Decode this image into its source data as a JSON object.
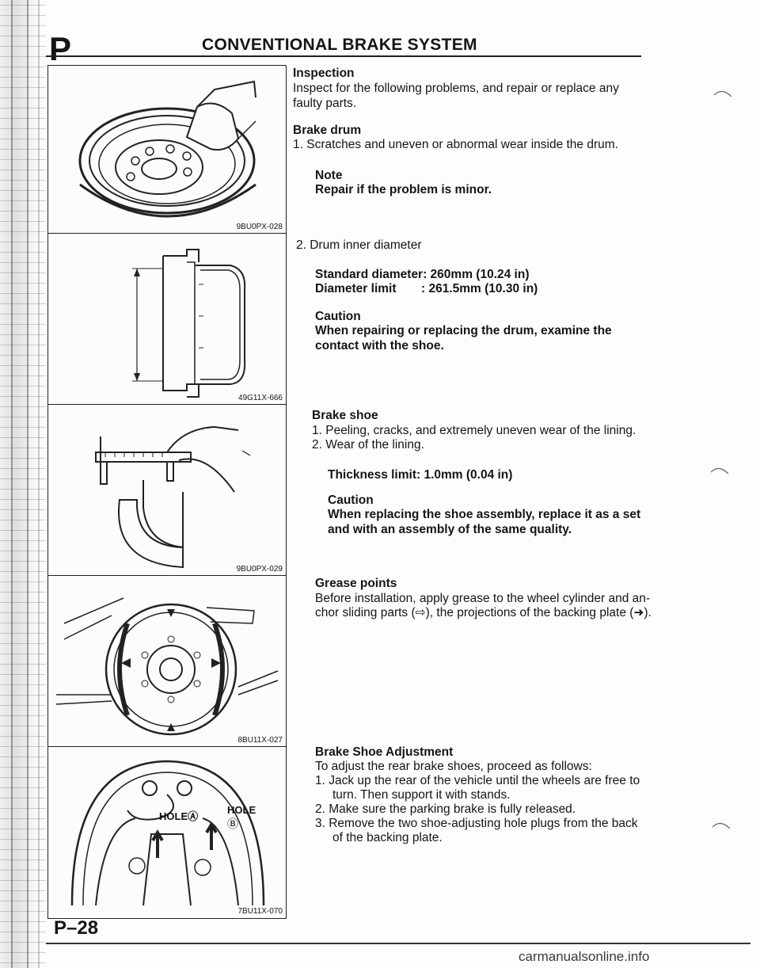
{
  "header": {
    "section_letter": "P",
    "title": "CONVENTIONAL BRAKE SYSTEM"
  },
  "figures": [
    {
      "code": "9BU0PX-028",
      "icon": "brake-drum-inspection-illustration"
    },
    {
      "code": "49G11X-666",
      "icon": "brake-drum-cross-section-illustration"
    },
    {
      "code": "9BU0PX-029",
      "icon": "caliper-measuring-shoe-illustration"
    },
    {
      "code": "8BU11X-027",
      "icon": "backing-plate-grease-points-illustration"
    },
    {
      "code": "7BU11X-070",
      "icon": "backing-plate-hole-plugs-illustration",
      "label_a": "HOLEⒶ",
      "label_b_top": "HOLE",
      "label_b_bottom": "Ⓑ"
    }
  ],
  "inspection": {
    "heading": "Inspection",
    "intro_line1": "Inspect for the following problems, and repair or replace any",
    "intro_line2": "faulty parts."
  },
  "brake_drum": {
    "heading": "Brake drum",
    "item1": "1. Scratches and uneven or abnormal wear inside the drum.",
    "note_heading": "Note",
    "note_text": "Repair if the problem is minor.",
    "item2": "2. Drum inner diameter",
    "spec1": "Standard diameter: 260mm (10.24 in)",
    "spec2_label": "Diameter limit",
    "spec2_value": ": 261.5mm (10.30 in)",
    "caution_heading": "Caution",
    "caution_line1": "When repairing or replacing the drum, examine the",
    "caution_line2": "contact with the shoe."
  },
  "brake_shoe": {
    "heading": "Brake shoe",
    "item1": "1. Peeling, cracks, and extremely uneven wear of the lining.",
    "item2": "2. Wear of the lining.",
    "spec": "Thickness limit: 1.0mm (0.04 in)",
    "caution_heading": "Caution",
    "caution_line1": "When replacing the shoe assembly, replace it as a set",
    "caution_line2": "and with an assembly of the same quality."
  },
  "grease_points": {
    "heading": "Grease points",
    "line1": "Before installation, apply grease to the wheel cylinder and an-",
    "line2": "chor sliding parts (⇨), the projections of the backing plate (➜)."
  },
  "adjustment": {
    "heading": "Brake Shoe Adjustment",
    "intro": "To adjust the rear brake shoes, proceed as follows:",
    "step1_line1": "1. Jack up the rear of the vehicle until the wheels are free to",
    "step1_line2": "turn. Then support it with stands.",
    "step2": "2. Make sure the parking brake is fully released.",
    "step3_line1": "3. Remove the two shoe-adjusting hole plugs from the back",
    "step3_line2": "of the backing plate."
  },
  "footer": {
    "page_number": "P–28"
  },
  "watermark": {
    "text": "carmanualsonline.info"
  }
}
